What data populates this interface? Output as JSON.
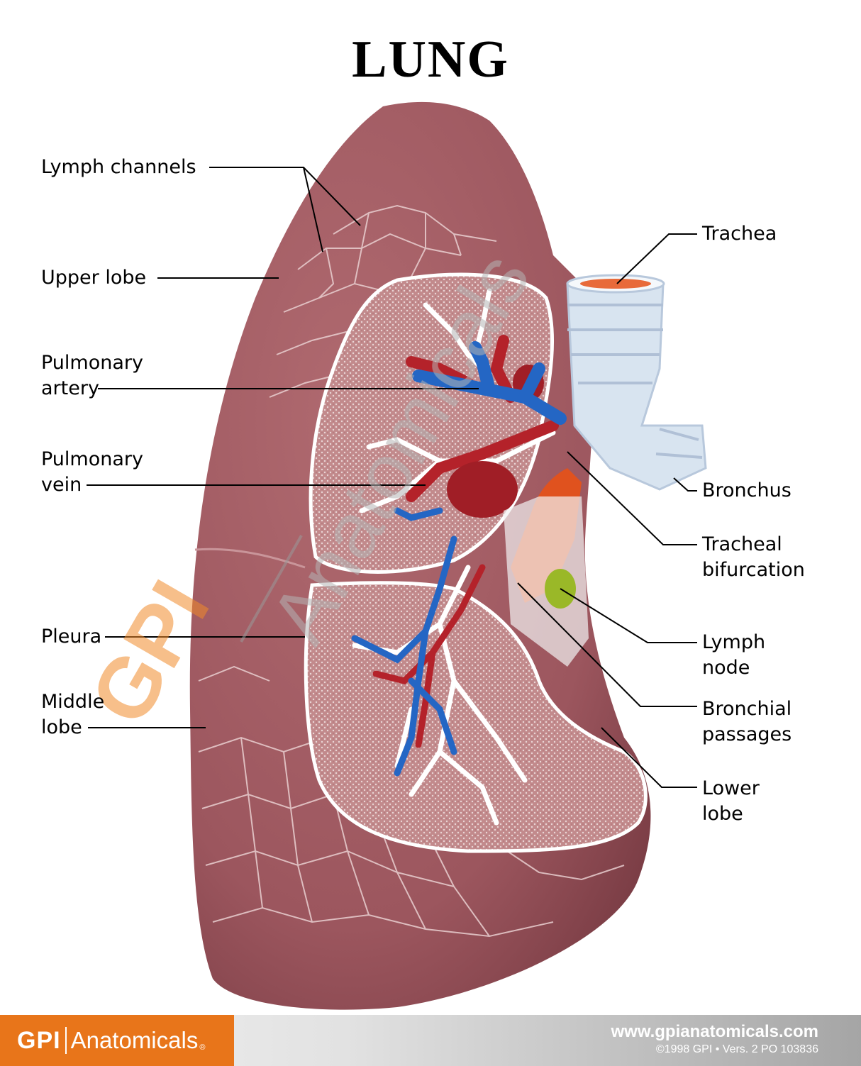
{
  "title": "LUNG",
  "labels": {
    "lymph_channels": "Lymph channels",
    "upper_lobe": "Upper lobe",
    "pulmonary_artery": [
      "Pulmonary",
      "artery"
    ],
    "pulmonary_vein": [
      "Pulmonary",
      "vein"
    ],
    "pleura": "Pleura",
    "middle_lobe": [
      "Middle",
      "lobe"
    ],
    "trachea": "Trachea",
    "bronchus": "Bronchus",
    "tracheal_bifurcation": [
      "Tracheal",
      "bifurcation"
    ],
    "lymph_node": [
      "Lymph",
      "node"
    ],
    "bronchial_passages": [
      "Bronchial",
      "passages"
    ],
    "lower_lobe": [
      "Lower",
      "lobe"
    ]
  },
  "watermark": {
    "text": "GPI | Anatomicals",
    "gpi": "GPI",
    "anatomicals": "Anatomicals"
  },
  "footer": {
    "brand_gpi": "GPI",
    "brand_name": "Anatomicals",
    "registered": "®",
    "url": "www.gpianatomicals.com",
    "copyright": "©1998 GPI • Vers. 2 PO 103836"
  },
  "colors": {
    "tissue": "#a35c64",
    "cut_face": "#c48c8e",
    "artery_blue": "#2466c4",
    "vein_red": "#b4222a",
    "bronchus_light": "#d8e4f0",
    "lymph_node": "#9ab828",
    "bifurcation_orange": "#e0521e",
    "brand_orange": "#e8751a"
  }
}
